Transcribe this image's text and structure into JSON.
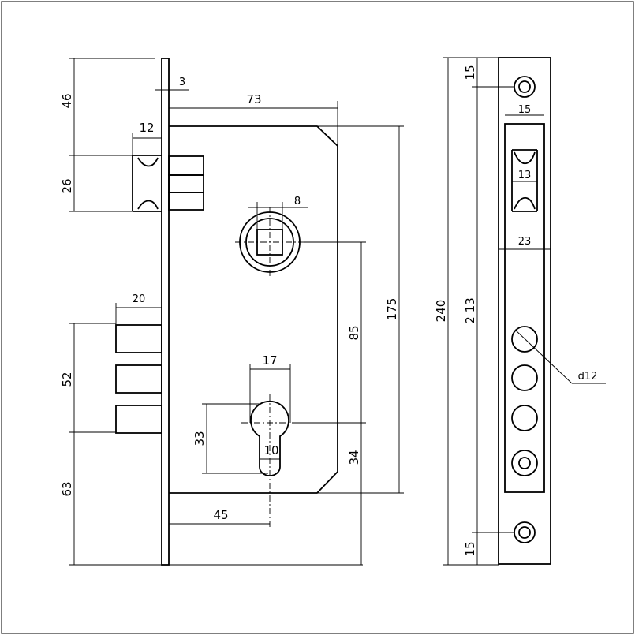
{
  "dimensions": {
    "left_46": "46",
    "left_26": "26",
    "left_52": "52",
    "left_63": "63",
    "top_3": "3",
    "top_12": "12",
    "top_73": "73",
    "top_8": "8",
    "top_20": "20",
    "top_17": "17",
    "mid_33": "33",
    "mid_10": "10",
    "mid_85": "85",
    "mid_34": "34",
    "mid_175": "175",
    "bottom_45": "45",
    "side_240": "240",
    "side_213": "2 13",
    "side_15_top": "15",
    "side_15_bottom": "15",
    "side_15_inner": "15",
    "side_13": "13",
    "side_23": "23",
    "side_d12": "d12"
  },
  "colors": {
    "line": "#000000",
    "background": "#ffffff",
    "frame": "#555555"
  }
}
